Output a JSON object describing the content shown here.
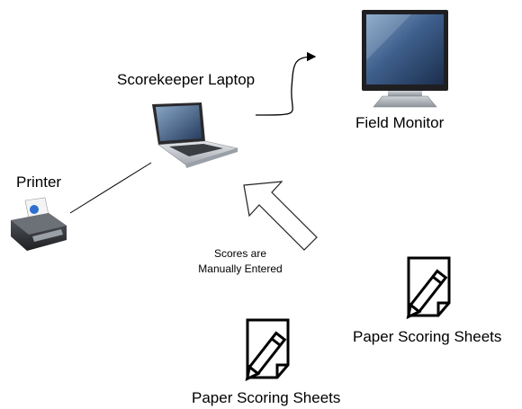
{
  "nodes": {
    "laptop": {
      "label": "Scorekeeper Laptop",
      "icon": "laptop-icon"
    },
    "monitor": {
      "label": "Field Monitor",
      "icon": "monitor-icon"
    },
    "printer": {
      "label": "Printer",
      "icon": "printer-icon"
    },
    "sheets_right": {
      "label": "Paper Scoring Sheets",
      "icon": "document-pencil-icon"
    },
    "sheets_bottom": {
      "label": "Paper Scoring Sheets",
      "icon": "document-pencil-icon"
    }
  },
  "annotation": {
    "line1": "Scores are",
    "line2": "Manually Entered"
  },
  "edges": [
    {
      "from": "laptop",
      "to": "monitor",
      "style": "curved-arrow"
    },
    {
      "from": "laptop",
      "to": "printer",
      "style": "line"
    },
    {
      "from": "sheets",
      "to": "laptop",
      "style": "hollow-arrow"
    }
  ]
}
